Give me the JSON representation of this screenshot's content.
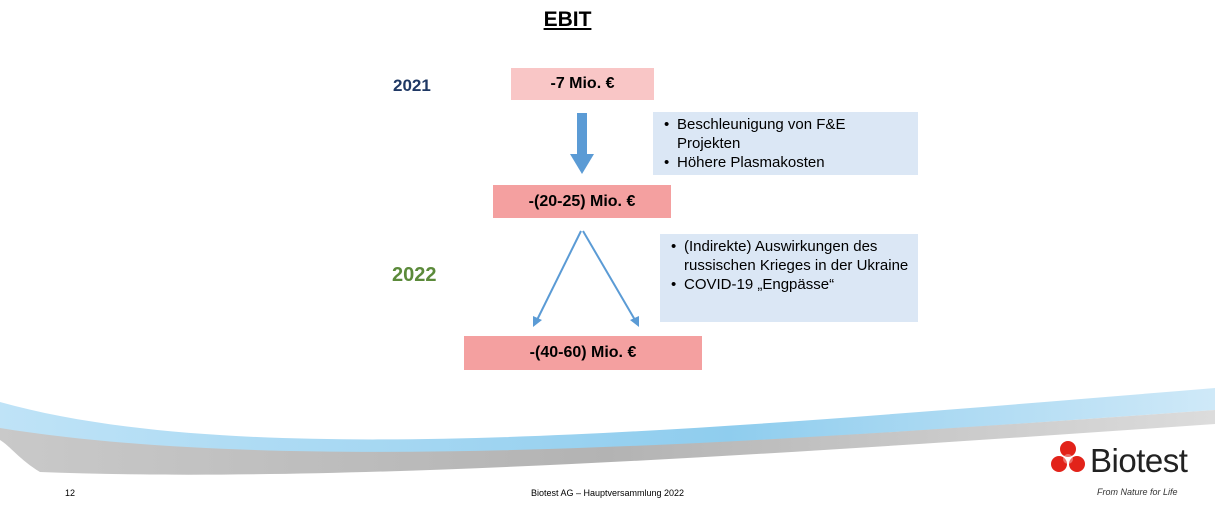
{
  "title": "EBIT",
  "years": {
    "y2021": "2021",
    "y2022": "2022"
  },
  "boxes": {
    "b2021": "-7 Mio. €",
    "middle": "-(20-25) Mio. €",
    "bottom": "-(40-60) Mio. €"
  },
  "notes": {
    "first": [
      "Beschleunigung von F&E Projekten",
      "Höhere Plasmakosten"
    ],
    "second": [
      "(Indirekte) Auswirkungen des russischen Krieges in der Ukraine",
      "COVID-19 „Engpässe“"
    ]
  },
  "footer": {
    "page_number": "12",
    "text": "Biotest AG – Hauptversammlung 2022"
  },
  "logo": {
    "name": "Biotest",
    "tagline": "From Nature for Life"
  },
  "colors": {
    "year2021": "#1f3864",
    "year2022": "#5b8a3a",
    "box_light": "#f9c6c6",
    "box": "#f4a0a0",
    "note_bg": "#dbe7f5",
    "arrow": "#5b9bd5",
    "logo_red": "#e2231a"
  }
}
